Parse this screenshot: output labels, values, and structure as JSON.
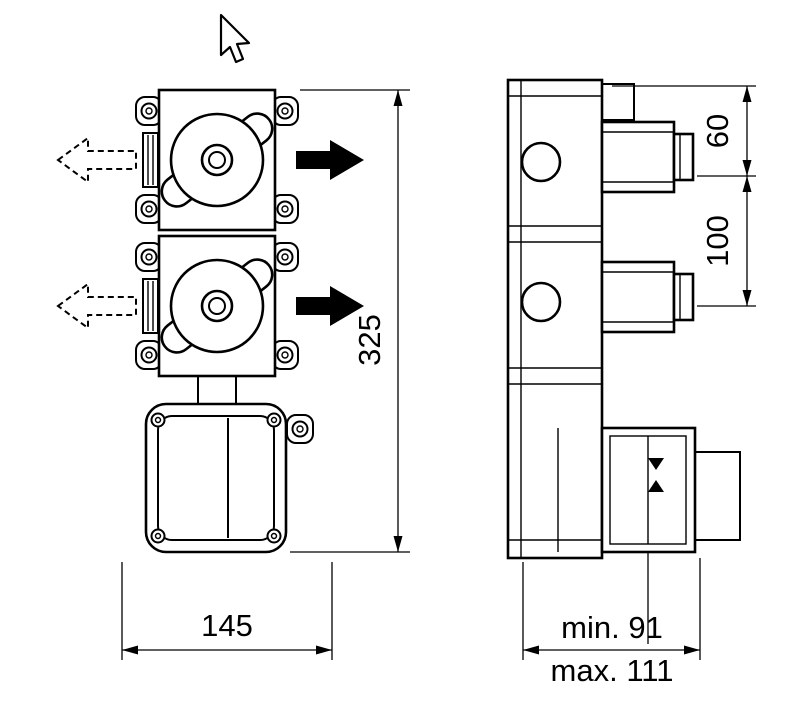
{
  "colors": {
    "line": "#000000",
    "background": "#ffffff",
    "arrow_fill": "#000000"
  },
  "dimensions": {
    "height": "325",
    "width": "145",
    "offset_top": "60",
    "spacing": "100",
    "depth_min": "min. 91",
    "depth_max": "max. 111"
  },
  "icons": {
    "cursor": "mouse-pointer-icon",
    "inlet": "dashed-arrow-left-icon",
    "outlet": "solid-arrow-right-icon"
  }
}
